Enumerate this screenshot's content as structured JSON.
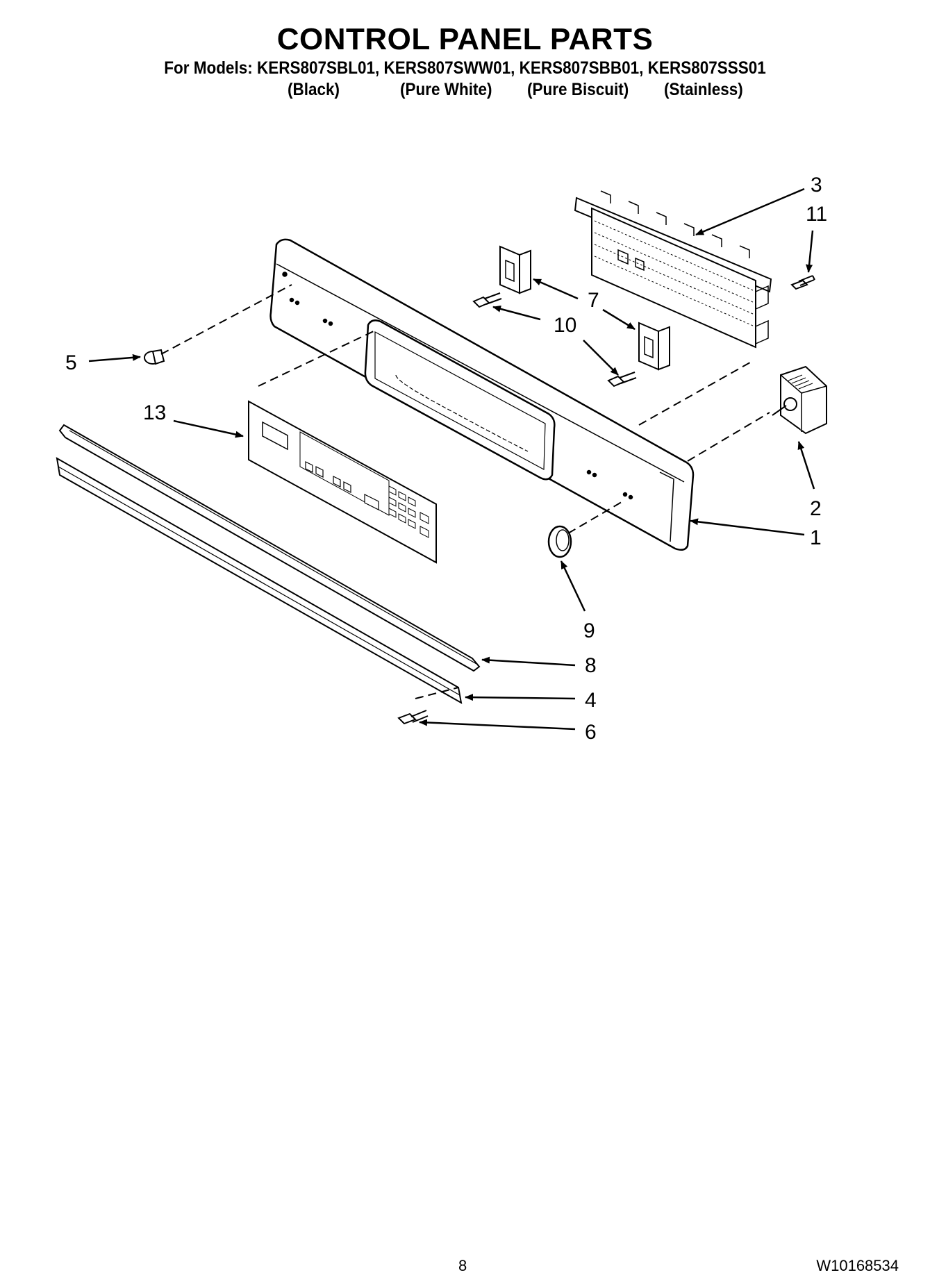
{
  "header": {
    "title": "CONTROL PANEL PARTS",
    "models_line": "For Models: KERS807SBL01, KERS807SWW01, KERS807SBB01, KERS807SSS01",
    "variants": [
      "(Black)",
      "(Pure White)",
      "(Pure Biscuit)",
      "(Stainless)"
    ]
  },
  "callouts": {
    "c1": "1",
    "c2": "2",
    "c3": "3",
    "c4": "4",
    "c5": "5",
    "c6": "6",
    "c7": "7",
    "c8": "8",
    "c9": "9",
    "c10": "10",
    "c11": "11",
    "c13": "13"
  },
  "footer": {
    "page_number": "8",
    "doc_number": "W10168534"
  }
}
